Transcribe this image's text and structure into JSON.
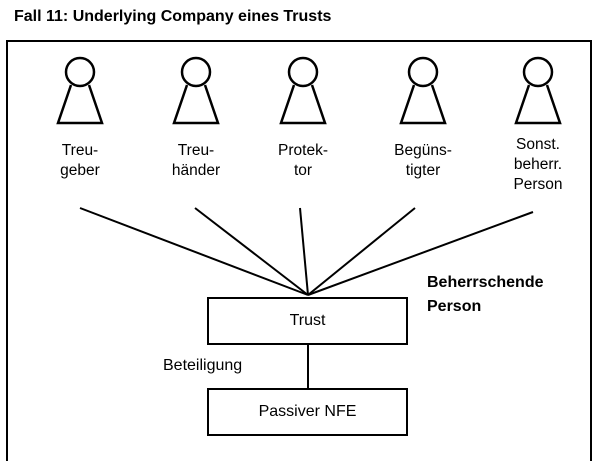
{
  "title": "Fall 11: Underlying Company eines Trusts",
  "persons": [
    {
      "lines": [
        "Treu-",
        "geber"
      ]
    },
    {
      "lines": [
        "Treu-",
        "händer"
      ]
    },
    {
      "lines": [
        "Protek-",
        "tor"
      ]
    },
    {
      "lines": [
        "Begüns-",
        "tigter"
      ]
    },
    {
      "lines": [
        "Sonst.",
        "beherr.",
        "Person"
      ]
    }
  ],
  "controlling_label": [
    "Beherrschende",
    "Person"
  ],
  "trust_label": "Trust",
  "holding_label": "Beteiligung",
  "nfe_label": "Passiver NFE",
  "icon": "person-icon"
}
